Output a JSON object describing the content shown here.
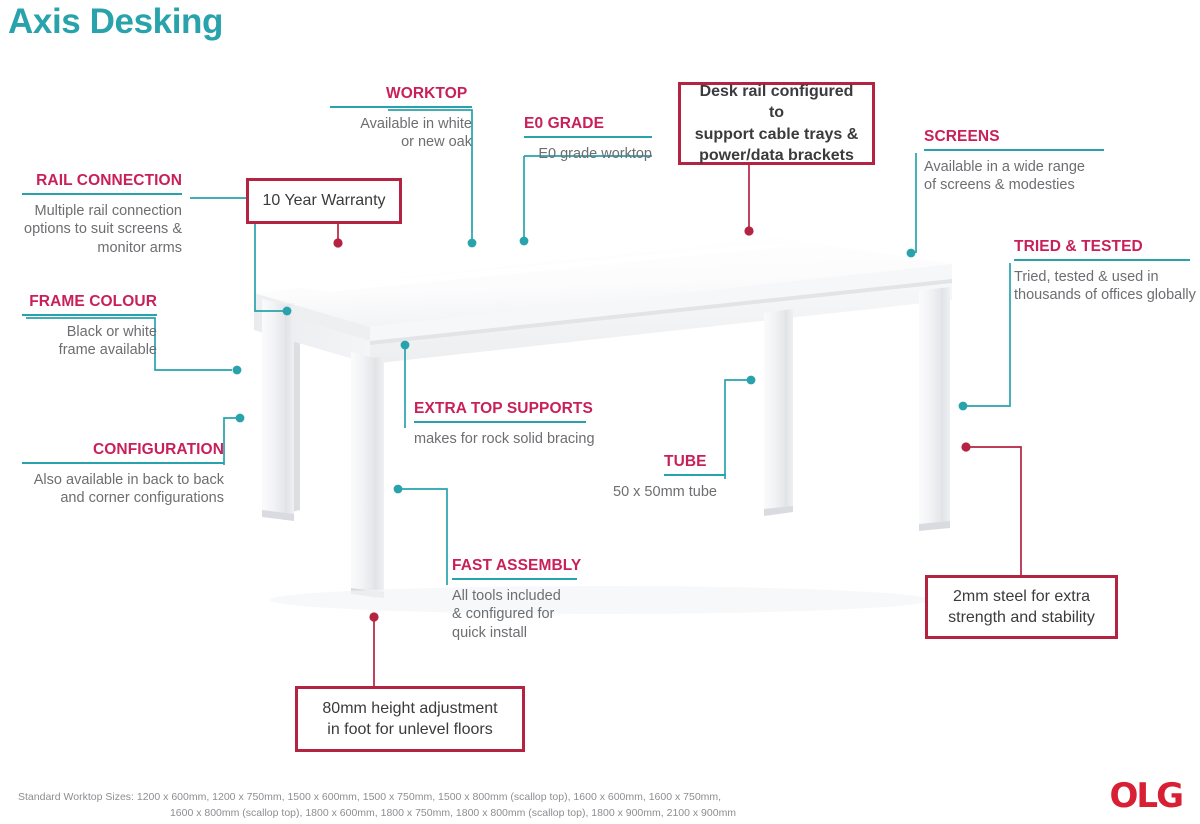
{
  "title": "Axis Desking",
  "colors": {
    "title_teal": "#28a3ac",
    "heading_crimson": "#c9205a",
    "callout_red": "#b52343",
    "connector_teal": "#28a3ac",
    "connector_red": "#b52343",
    "body_gray": "#6d6e71",
    "logo_red": "#d81f33",
    "background": "#ffffff"
  },
  "annotations": [
    {
      "id": "rail-connection",
      "heading": "RAIL CONNECTION",
      "body": "Multiple rail connection\noptions to suit screens &\nmonitor arms"
    },
    {
      "id": "frame-colour",
      "heading": "FRAME COLOUR",
      "body": "Black or white\nframe available"
    },
    {
      "id": "configuration",
      "heading": "CONFIGURATION",
      "body": "Also available in back to back\nand corner configurations"
    },
    {
      "id": "worktop",
      "heading": "WORKTOP",
      "body": "Available in white\nor new oak"
    },
    {
      "id": "e0-grade",
      "heading": "E0 GRADE",
      "body": "E0 grade worktop"
    },
    {
      "id": "screens",
      "heading": "SCREENS",
      "body": "Available in a wide range\nof screens & modesties"
    },
    {
      "id": "tried-and-tested",
      "heading": "TRIED & TESTED",
      "body": "Tried, tested & used in\nthousands of offices globally"
    },
    {
      "id": "extra-top-supports",
      "heading": "EXTRA TOP SUPPORTS",
      "body": "makes for rock solid bracing"
    },
    {
      "id": "tube",
      "heading": "TUBE",
      "body": "50 x 50mm tube"
    },
    {
      "id": "fast-assembly",
      "heading": "FAST ASSEMBLY",
      "body": "All tools included\n& configured for\nquick install"
    }
  ],
  "callouts": [
    {
      "id": "warranty",
      "text": "10 Year Warranty",
      "bold": false
    },
    {
      "id": "desk-rail",
      "text": "Desk rail configured to\nsupport cable trays &\npower/data brackets",
      "bold": true
    },
    {
      "id": "steel",
      "text": "2mm steel for extra\nstrength and stability",
      "bold": false
    },
    {
      "id": "height-adjust",
      "text": "80mm height adjustment\nin foot for unlevel floors",
      "bold": false
    }
  ],
  "footer": {
    "label": "Standard Worktop Sizes:",
    "line1": "1200 x 600mm, 1200 x 750mm, 1500 x 600mm, 1500 x 750mm, 1500 x 800mm (scallop top), 1600 x 600mm, 1600 x 750mm,",
    "line2": "1600 x 800mm (scallop top), 1800 x 600mm, 1800 x 750mm, 1800 x 800mm (scallop top), 1800 x 900mm, 2100 x 900mm"
  },
  "logo": {
    "text": "OLG"
  },
  "product": {
    "name": "white-office-desk-illustration"
  }
}
